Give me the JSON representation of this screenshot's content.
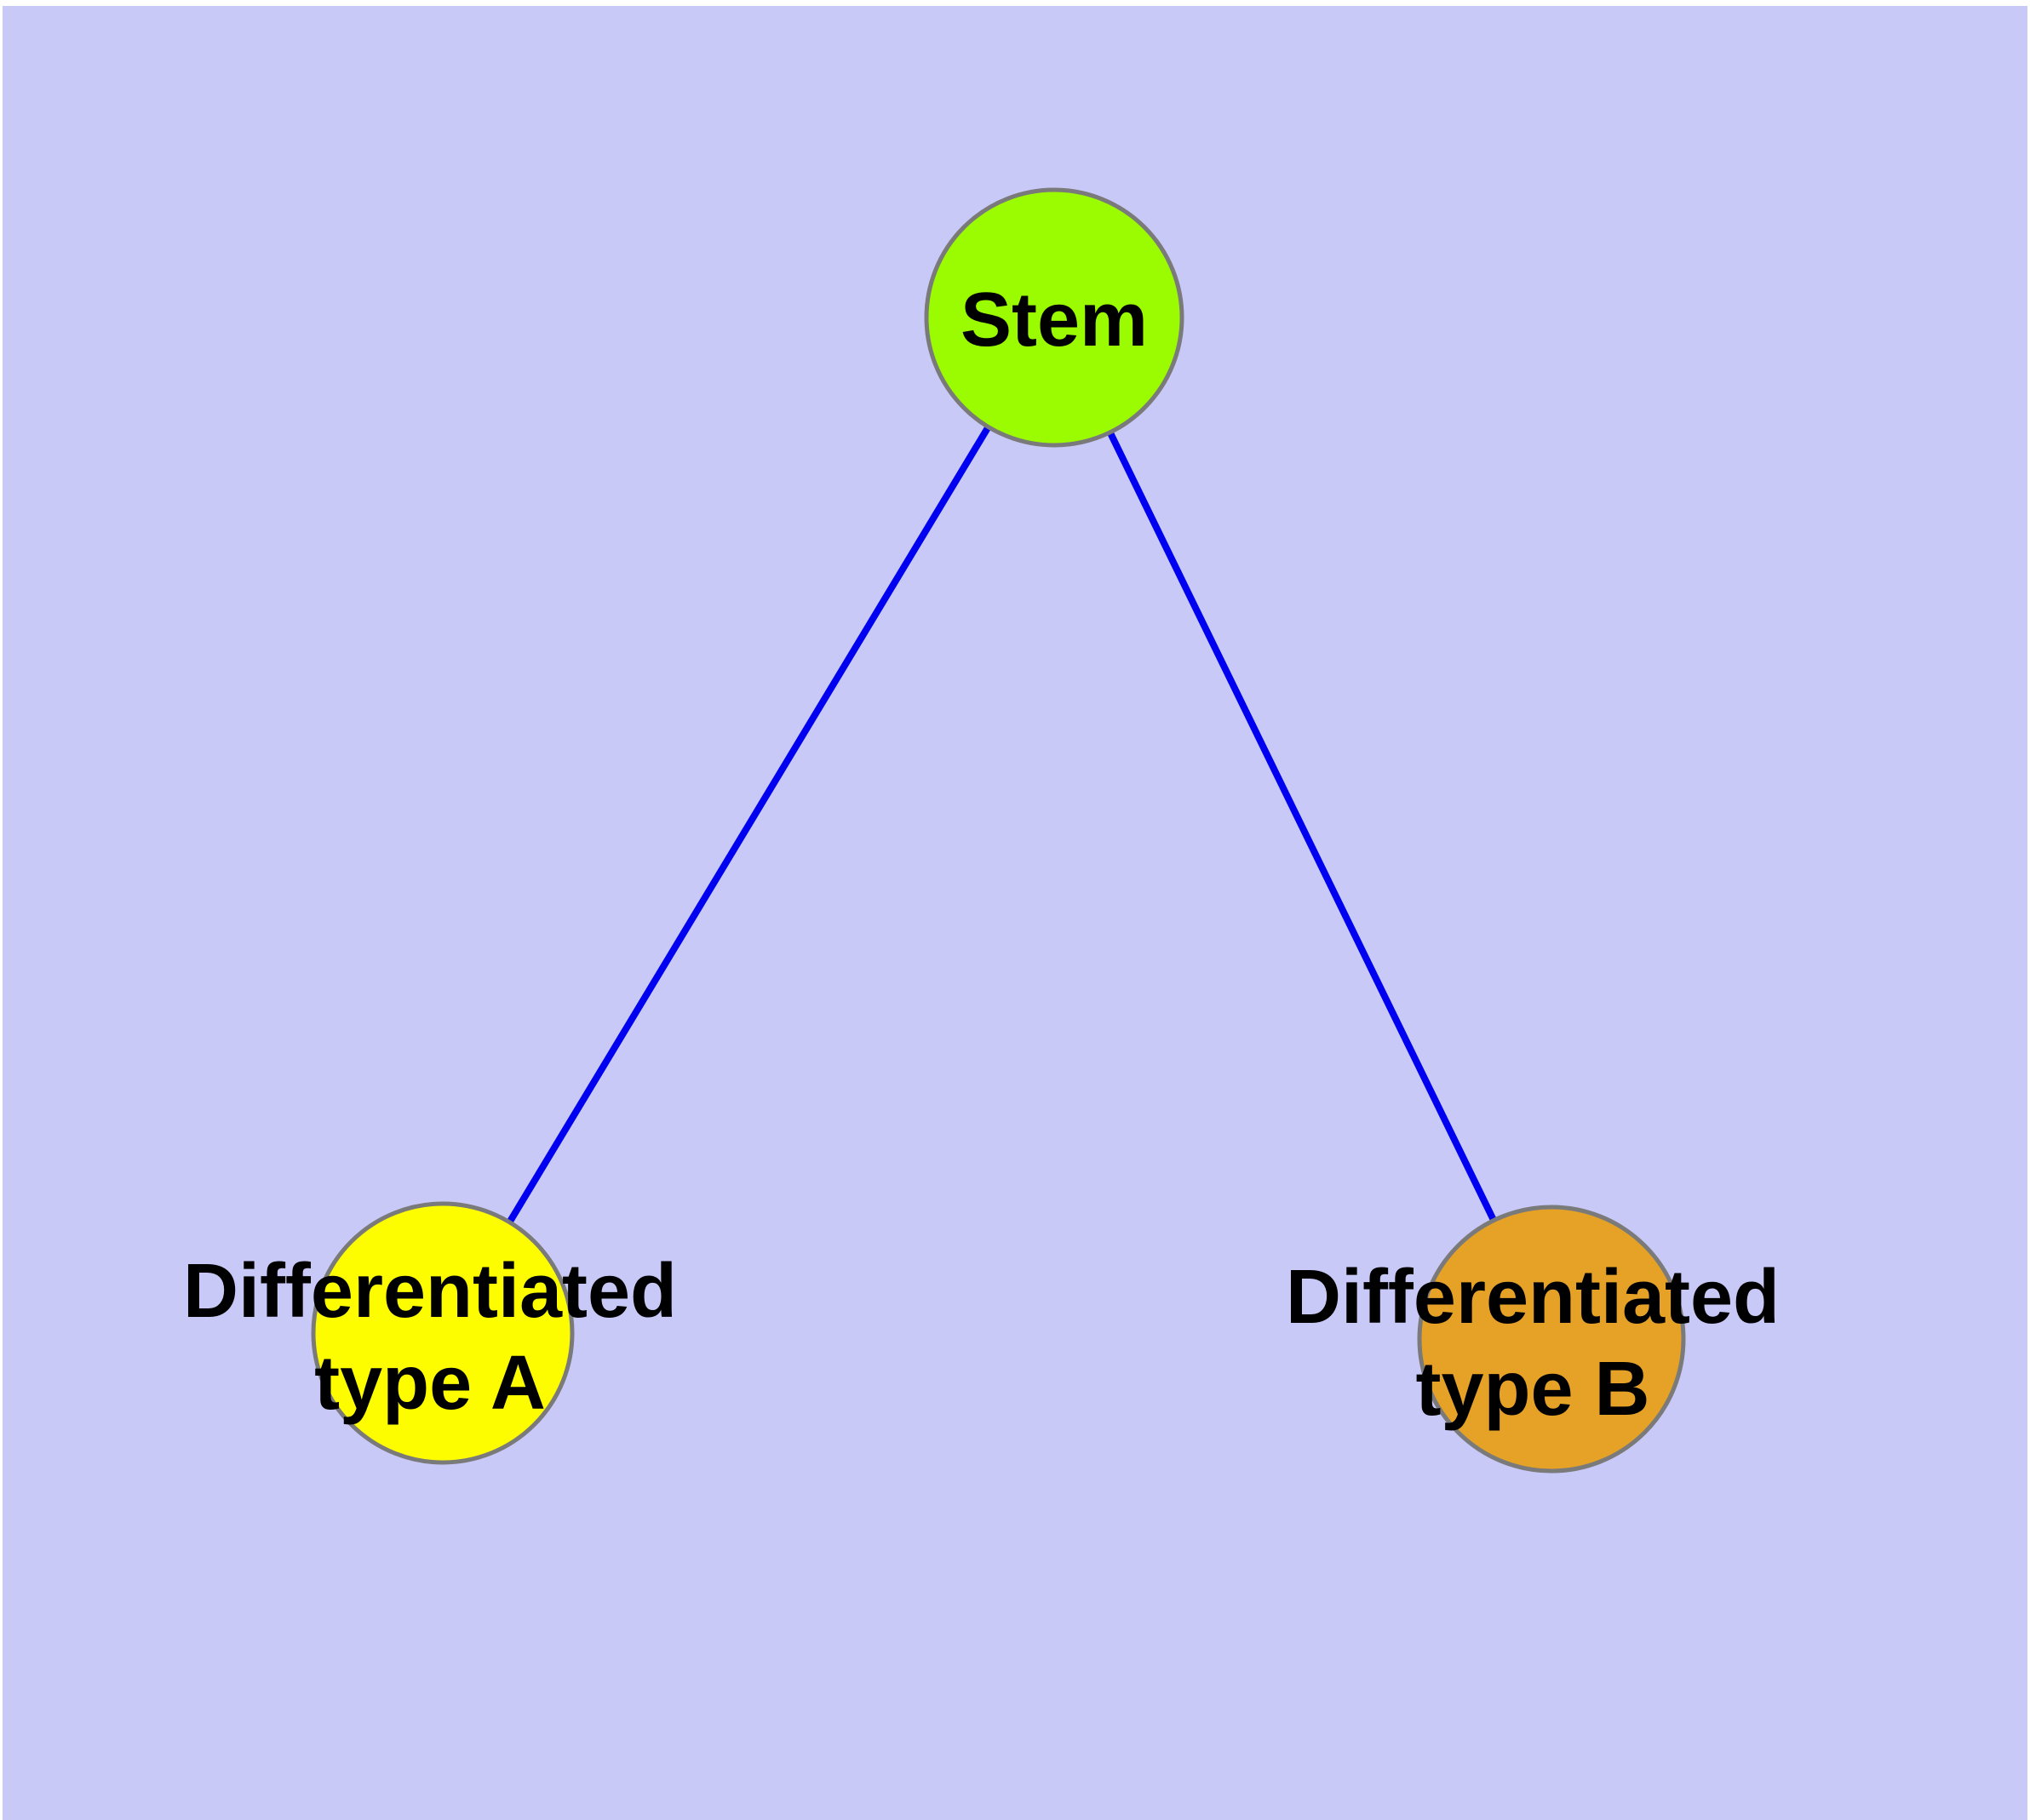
{
  "diagram": {
    "description": "Cell differentiation graph: a stem node linked to two differentiated cell type nodes",
    "colors": {
      "background": "#c9c9f8",
      "page_margin": "#ffffff",
      "edge": "#0000f0",
      "node_border": "#7a7a7a",
      "label_text": "#000000"
    },
    "nodes": {
      "stem": {
        "label": "Stem",
        "fill": "#9bfb00"
      },
      "type_a": {
        "label_line1": "Differentiated",
        "label_line2": "type A",
        "fill": "#fdfd00"
      },
      "type_b": {
        "label_line1": "Differentiated",
        "label_line2": "type B",
        "fill": "#e6a227"
      }
    },
    "edges": [
      {
        "from": "Stem",
        "to": "Differentiated type A"
      },
      {
        "from": "Stem",
        "to": "Differentiated type B"
      }
    ]
  }
}
